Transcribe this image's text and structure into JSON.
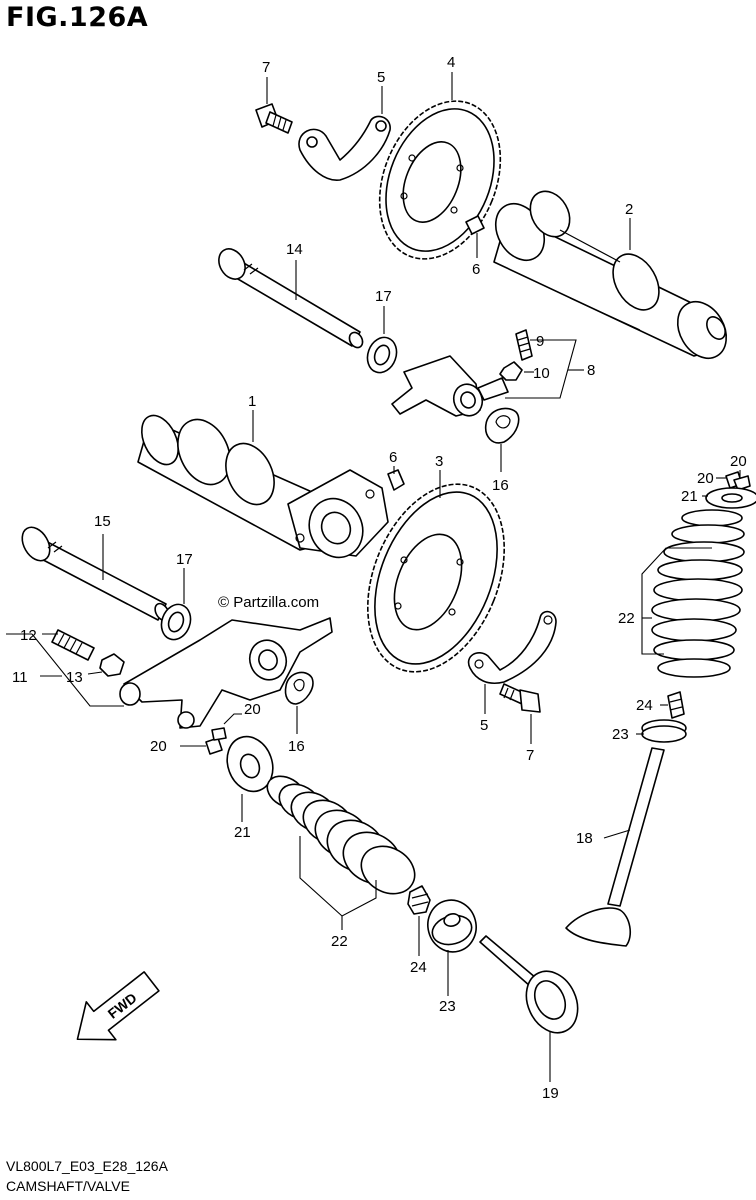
{
  "figure": {
    "title": "FIG.126A",
    "code": "VL800L7_E03_E28_126A",
    "name": "CAMSHAFT/VALVE",
    "watermark": "© Partzilla.com",
    "fwd_label": "FWD"
  },
  "callouts": {
    "n1": "1",
    "n2": "2",
    "n3": "3",
    "n4": "4",
    "n5": "5",
    "n6": "6",
    "n7": "7",
    "n8": "8",
    "n9": "9",
    "n10": "10",
    "n11": "11",
    "n12": "12",
    "n13": "13",
    "n14": "14",
    "n15": "15",
    "n16": "16",
    "n17": "17",
    "n18": "18",
    "n19": "19",
    "n20": "20",
    "n21": "21",
    "n22": "22",
    "n23": "23",
    "n24": "24"
  }
}
